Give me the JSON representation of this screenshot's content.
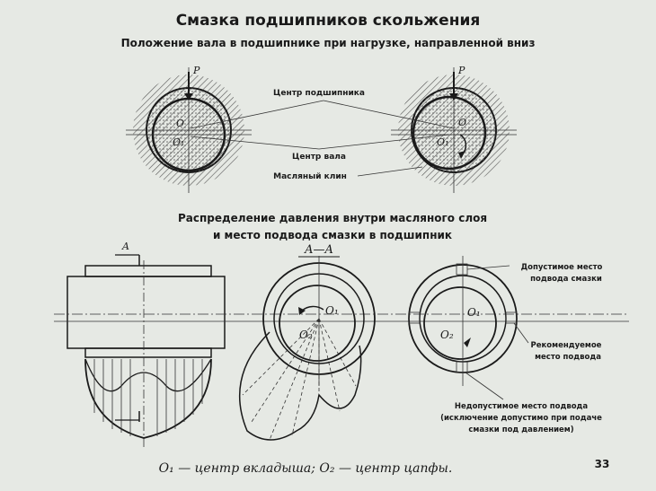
{
  "title": "Смазка подшипников скольжения",
  "section1": {
    "heading": "Положение вала в подшипнике при нагрузке, направленной вниз",
    "labels": {
      "bearing_center": "Центр подшипника",
      "shaft_center": "Центр вала",
      "oil_wedge": "Масляный клин"
    },
    "symbols": {
      "load": "P",
      "o": "O",
      "o1": "O₁"
    }
  },
  "section2": {
    "heading_line1": "Распределение давления внутри масляного слоя",
    "heading_line2": "и место подвода смазки в подшипник",
    "section_mark": "A",
    "section_label": "A—A",
    "symbols": {
      "o1": "O₁",
      "o2": "O₂"
    },
    "labels": {
      "allowed_line1": "Допустимое место",
      "allowed_line2": "подвода смазки",
      "recommended_line1": "Рекомендуемое",
      "recommended_line2": "место подвода",
      "forbidden_line1": "Недопустимое место подвода",
      "forbidden_line2": "(исключение допустимо при подаче",
      "forbidden_line3": "смазки под давлением)"
    }
  },
  "caption": "O₁ — центр вкладыша; O₂ — центр цапфы.",
  "page_number": "33"
}
